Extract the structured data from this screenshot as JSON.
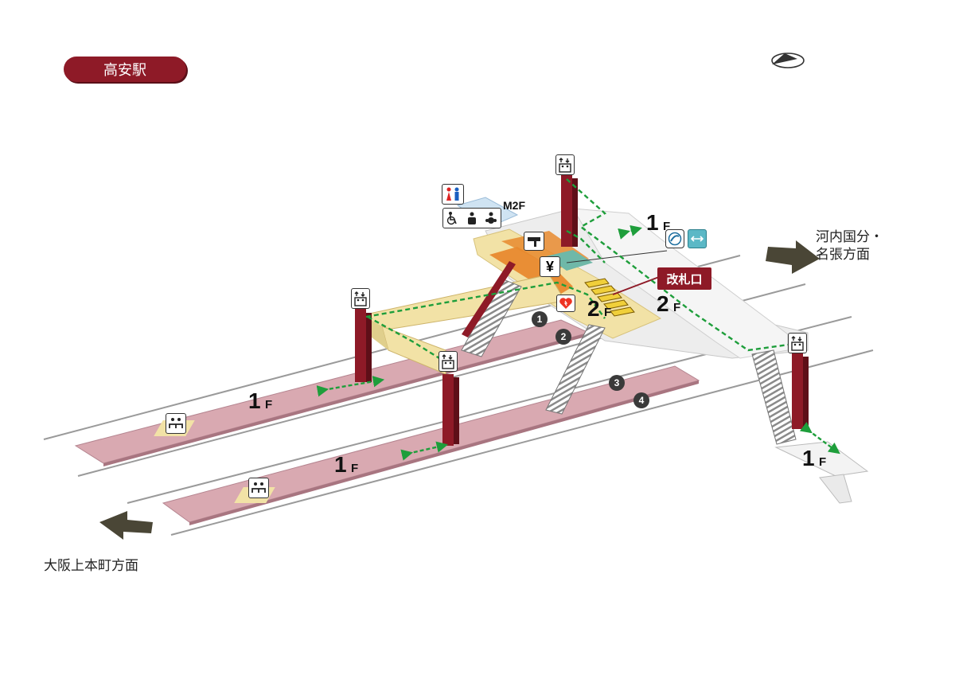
{
  "station_name": "高安駅",
  "directions": {
    "east": [
      "河内国分・",
      "名張方面"
    ],
    "west": "大阪上本町方面"
  },
  "ticket_gate_label": "改札口",
  "floors": {
    "platform_left": "1F",
    "platform_right": "1F",
    "concourse_center": "2F",
    "concourse_right": "2F",
    "east_exit_upper": "1F",
    "east_exit_lower": "1F",
    "mezzanine": "M2F"
  },
  "platform_numbers": [
    "1",
    "2",
    "3",
    "4"
  ],
  "icons": {
    "elevators": [
      "elevator-icon",
      "elevator-icon",
      "elevator-icon",
      "elevator-icon"
    ],
    "restroom": "restroom-icon",
    "accessible": "wheelchair-icon",
    "ostomate": "ostomate-icon",
    "baby": "baby-care-icon",
    "ticket_office": "ticket-office-icon",
    "fare_adjust": "fare-adjustment-icon",
    "aed": "aed-icon",
    "transfer": "transfer-icon",
    "wide_gate": "wide-gate-icon",
    "waiting_seat": "waiting-seat-icon",
    "compass": "north-arrow-icon"
  },
  "colors": {
    "brand": "#8e1a27",
    "platform": "#d9a9b1",
    "concourse": "#f2e2a6",
    "gate_area": "#e8892e",
    "route": "#1e9e3b",
    "ticket_gates": "#f0cf3a"
  }
}
